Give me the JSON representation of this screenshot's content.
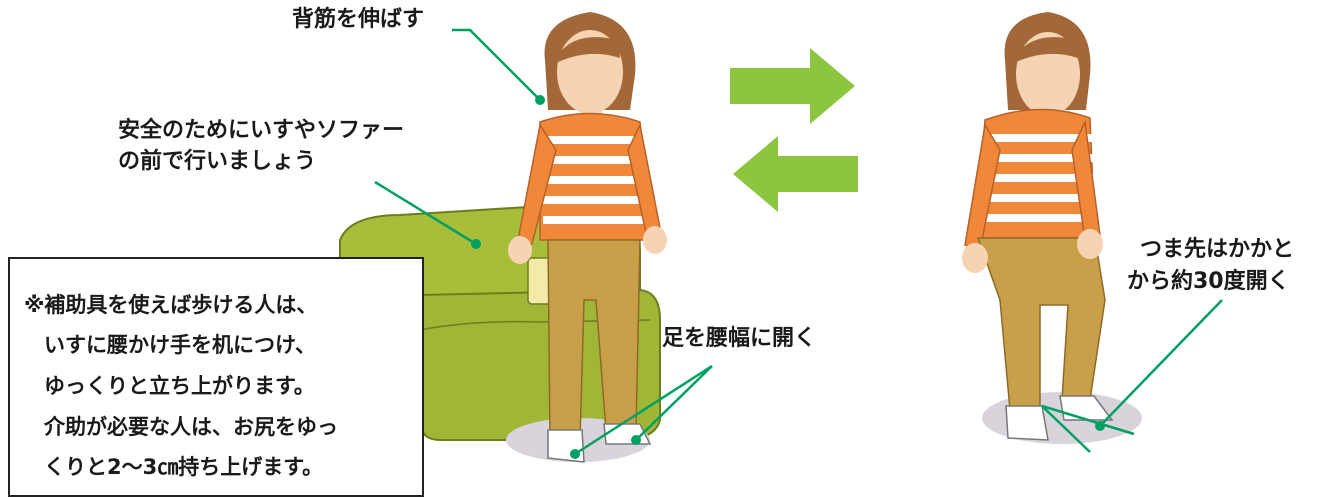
{
  "labels": {
    "back": "背筋を伸ばす",
    "safety_1": "安全のためにいすやソファー",
    "safety_2": "の前で行いましょう",
    "feet_apart": "足を腰幅に開く",
    "toes_1": "つま先はかかと",
    "toes_2": "から約30度開く"
  },
  "note": {
    "lines": [
      "※補助具を使えば歩ける人は、",
      "いすに腰かけ手を机につけ、",
      "ゆっくりと立ち上がります。",
      "介助が必要な人は、お尻をゆっ",
      "くりと2～3㎝持ち上げます。"
    ]
  },
  "colors": {
    "arrow": "#8cc63f",
    "leader": "#00a062",
    "sofa": "#a8be3a",
    "shirt_orange": "#f0883a",
    "shirt_stripe": "#ffffff",
    "pants": "#c9a04a",
    "skin": "#f6d3b2",
    "hair": "#a3683a",
    "floor": "#d9d4dc"
  },
  "icons": [
    "arrow-right-icon",
    "arrow-left-icon"
  ]
}
